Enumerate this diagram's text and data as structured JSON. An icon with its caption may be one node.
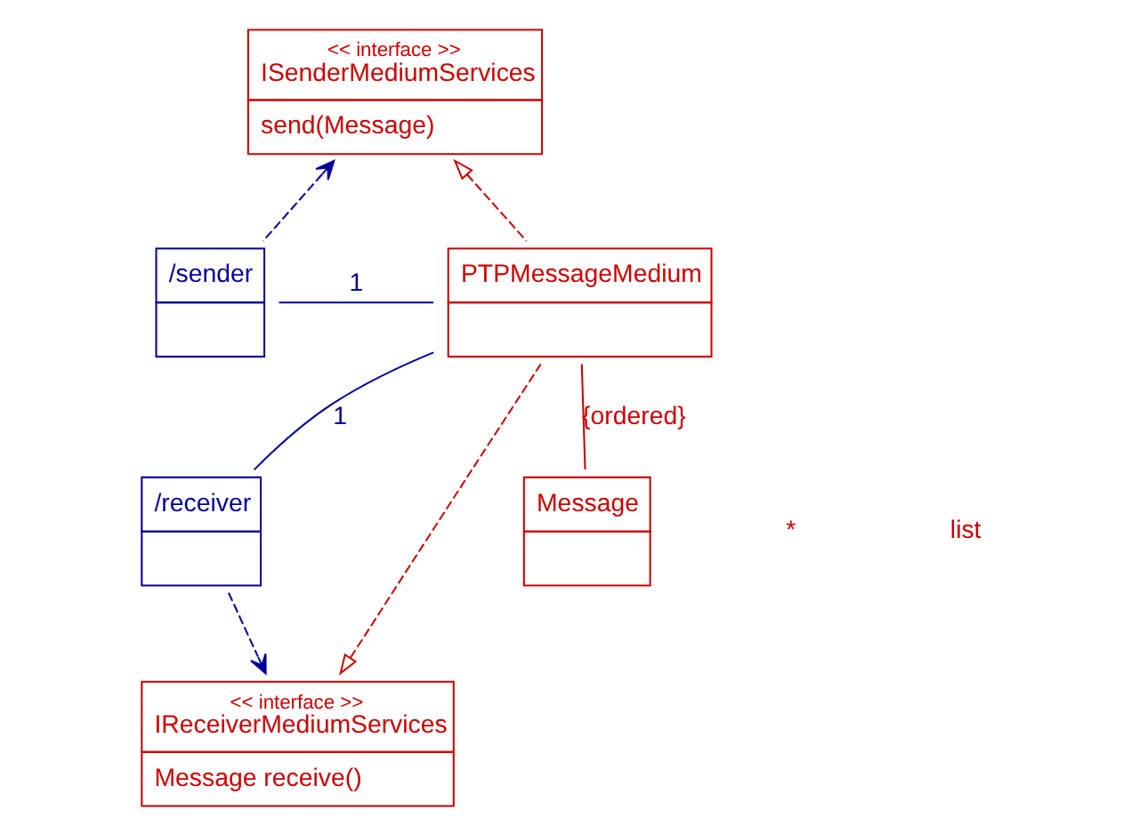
{
  "diagram": {
    "nodes": [
      {
        "text": [
          "<< interface >>",
          "ISenderMediumServices",
          "send(Message)"
        ]
      },
      {
        "text": [
          "/sender"
        ]
      },
      {
        "text": [
          "PTPMessageMedium"
        ]
      },
      {
        "text": [
          "/receiver"
        ]
      },
      {
        "text": [
          "<< interface >>",
          "IReceiverMediumServices",
          "Message receive()"
        ]
      },
      {
        "text": [
          "Message"
        ]
      }
    ],
    "edges": [
      {
        "from": 1,
        "to": 0,
        "arrow": "to",
        "style": "dashed"
      },
      {
        "from": 2,
        "to": 0,
        "arrow": "to",
        "style": "dashed",
        "color": "#cc0000"
      },
      {
        "from": 1,
        "to": 2,
        "arrow": "none",
        "label": "1"
      },
      {
        "from": 3,
        "to": 2,
        "arrow": "none",
        "label": "1"
      },
      {
        "from": 2,
        "to": 4,
        "arrow": "to",
        "style": "dashed",
        "color": "#cc0000"
      },
      {
        "from": 3,
        "to": 4,
        "arrow": "to",
        "style": "dashed"
      },
      {
        "from": 2,
        "to": 5,
        "arrow": "none",
        "label": "{ordered}",
        "color": "#cc0000"
      }
    ],
    "labels": [
      "*",
      "list"
    ]
  }
}
